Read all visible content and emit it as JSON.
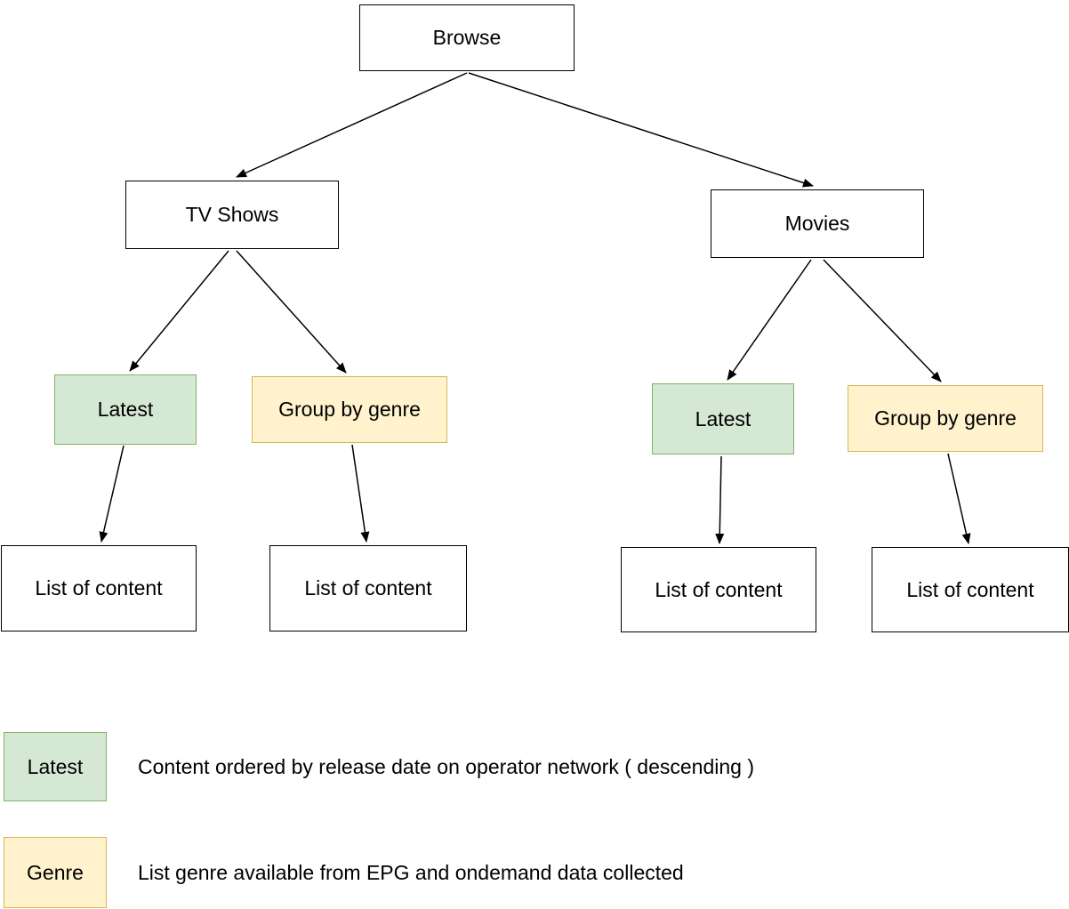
{
  "nodes": {
    "browse": {
      "label": "Browse"
    },
    "tv_shows": {
      "label": "TV Shows"
    },
    "movies": {
      "label": "Movies"
    },
    "tv_latest": {
      "label": "Latest"
    },
    "tv_genre": {
      "label": "Group by genre"
    },
    "movies_latest": {
      "label": "Latest"
    },
    "movies_genre": {
      "label": "Group by genre"
    },
    "tv_latest_list": {
      "label": "List of content"
    },
    "tv_genre_list": {
      "label": "List of content"
    },
    "movies_latest_list": {
      "label": "List of content"
    },
    "movies_genre_list": {
      "label": "List of content"
    }
  },
  "legend": {
    "latest": {
      "swatch_label": "Latest",
      "description": "Content ordered by release date on operator network ( descending )"
    },
    "genre": {
      "swatch_label": "Genre",
      "description": "List genre available from EPG and ondemand data collected"
    }
  },
  "colors": {
    "green_fill": "#d5e8d4",
    "green_border": "#82b366",
    "yellow_fill": "#fff2cc",
    "yellow_border": "#d6b656",
    "plain_fill": "#ffffff",
    "plain_border": "#000000",
    "connector": "#000000"
  }
}
